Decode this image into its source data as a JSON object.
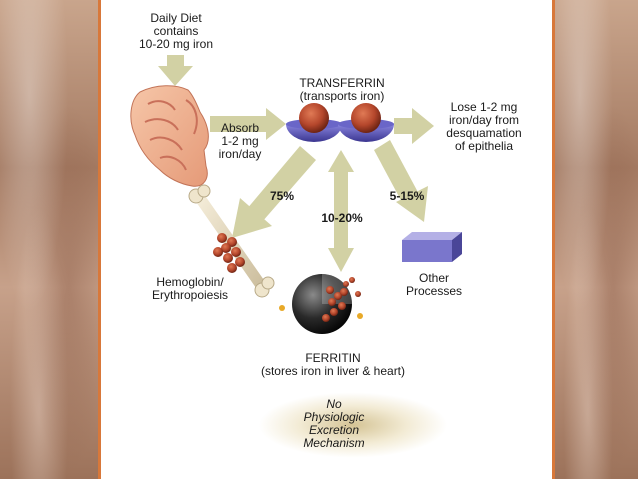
{
  "diet": {
    "lines": [
      "Daily Diet",
      "contains",
      "10-20 mg iron"
    ]
  },
  "transferrin": {
    "title": "TRANSFERRIN",
    "subtitle": "(transports iron)"
  },
  "absorb": {
    "lines": [
      "Absorb",
      "1-2 mg",
      "iron/day"
    ]
  },
  "lose": {
    "lines": [
      "Lose 1-2 mg",
      "iron/day from",
      "desquamation",
      "of epithelia"
    ]
  },
  "percentages": {
    "hemoglobin": "75%",
    "ferritin": "10-20%",
    "other": "5-15%"
  },
  "hemoglobin": {
    "lines": [
      "Hemoglobin/",
      "Erythropoiesis"
    ]
  },
  "other": {
    "lines": [
      "Other",
      "Processes"
    ]
  },
  "ferritin": {
    "title": "FERRITIN",
    "subtitle": "(stores iron in liver & heart)"
  },
  "excretion": {
    "lines": [
      "No",
      "Physiologic",
      "Excretion",
      "Mechanism"
    ]
  },
  "colors": {
    "arrow": "#d2d1a4",
    "frame": "#d8783a",
    "iron": "#b5472c",
    "bowl": "#5a55b8"
  }
}
